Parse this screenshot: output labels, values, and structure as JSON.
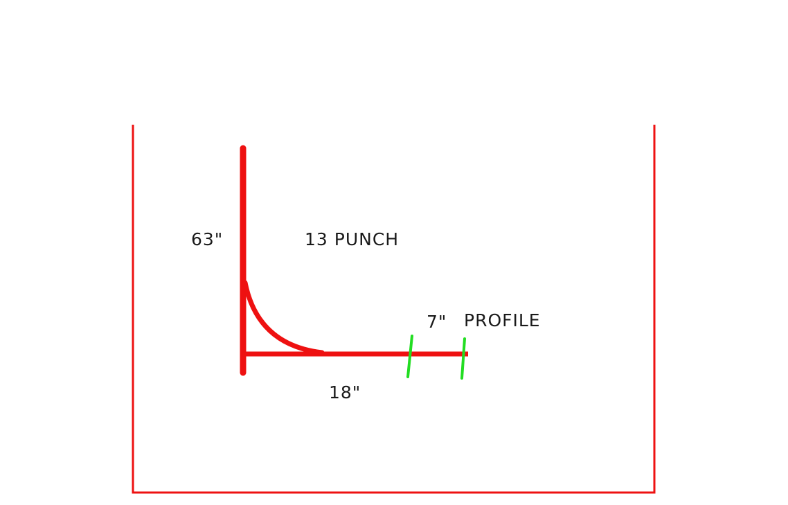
{
  "diagram": {
    "labels": {
      "vertical_length": "63\"",
      "punch": "13 PUNCH",
      "segment_length": "7\"",
      "profile": "PROFILE",
      "horizontal_length": "18\""
    },
    "colors": {
      "frame": "#ee1111",
      "profile_line": "#ee1111",
      "tick_marks": "#22dd22",
      "text": "#1a1a1a",
      "background": "#ffffff"
    }
  }
}
